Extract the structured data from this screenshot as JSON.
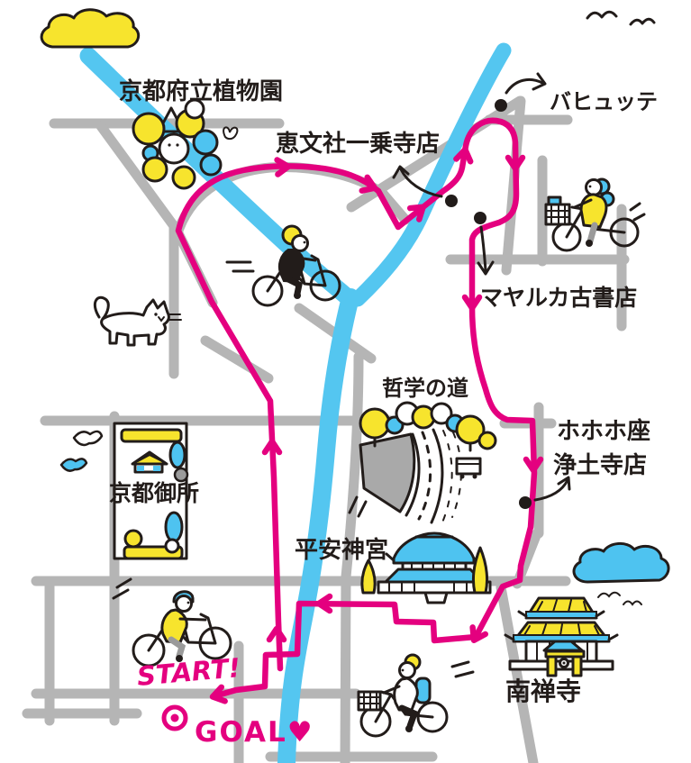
{
  "title": "Kyoto illustrated cycling route map",
  "colors": {
    "route": "#e4007f",
    "river": "#54c6f0",
    "road": "#b5b5b5",
    "yellow": "#f7e42d",
    "blue": "#4ec3f0",
    "ink": "#221c1a"
  },
  "labels": {
    "botanical_garden": "京都府立植物園",
    "keibunsha": "恵文社一乗寺店",
    "vahutte": "バヒュッテ",
    "mayaruka": "マヤルカ古書店",
    "philosophers_path": "哲学の道",
    "hohohoza_line1": "ホホホ座",
    "hohohoza_line2": "浄土寺店",
    "gosho": "京都御所",
    "heian_jingu": "平安神宮",
    "nanzenji": "南禅寺",
    "start": "START!",
    "goal": "GOAL♥"
  },
  "route_markers": {
    "poi_dot_count": 4,
    "direction_arrow_count": 12
  },
  "decorations": [
    "yellow-cloud",
    "blue-cloud",
    "birds",
    "cat",
    "cyclists",
    "goal-bullseye",
    "philosophers-path-canal",
    "temples"
  ]
}
